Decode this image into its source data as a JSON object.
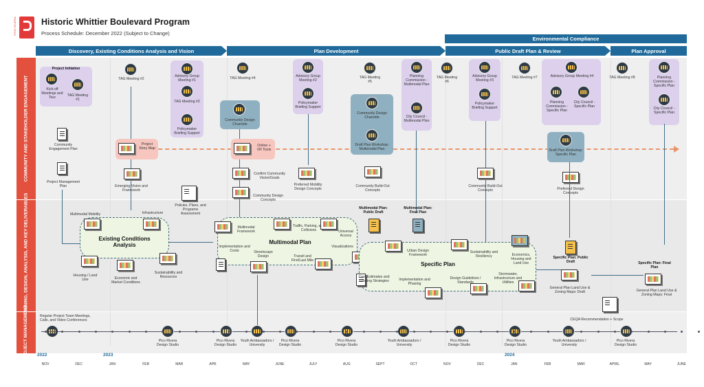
{
  "header": {
    "logo_text": "PICO RIVERA",
    "title": "Historic Whittier Boulevard Program",
    "subtitle": "Process Schedule: December 2022 (Subject to Change)"
  },
  "phases": {
    "environmental": "Environmental Compliance",
    "discovery": "Discovery, Existing Conditions Analysis and Vision",
    "plan_development": "Plan Development",
    "public_draft": "Public Draft Plan & Review",
    "plan_approval": "Plan Approval"
  },
  "lanes": {
    "community": "COMMUNITY AND STAKEHOLDER ENGAGEMENT",
    "planning": "PLANNING, DESIGN, ANALYSIS, AND KEY DELIVERABLES",
    "project_mgmt": "PROJECT MANAGEMENT"
  },
  "engagement": {
    "project_initiation": "Project Initiation",
    "kickoff": "Kick-off Meetings and Tour",
    "tag1": "TAG Meeting #1",
    "tag2": "TAG Meeting #2",
    "advisory1": "Advisory Group Meeting #1",
    "tag3": "TAG Meeting #3",
    "policymaker1": "Policymaker Briefing Support",
    "tag4": "TAG Meeting #4",
    "community_charrette": "Community Design Charrette",
    "advisory2": "Advisory Group Meeting #2",
    "policymaker2": "Policymaker Briefing Support",
    "tag5": "TAG Meeting #5",
    "community_charrette2": "Community Design Charrette",
    "draft_workshop1": "Draft Plan Workshop: Multimodal Plan",
    "planning_comm1": "Planning Commission - Multimodal Plan",
    "city_council1": "City Council - Multimodal Plan",
    "tag6": "TAG Meeting #6",
    "advisory3": "Advisory Group Meeting #3",
    "policymaker3": "Policymaker Briefing Support",
    "tag7": "TAG Meeting #7",
    "advisory4": "Advisory Group Meeting #4",
    "planning_comm2": "Planning Commission - Specific Plan",
    "city_council2": "City Council - Specific Plan",
    "draft_workshop2": "Draft Plan Workshop: Specific Plan",
    "tag8": "TAG Meeting #8",
    "planning_comm3": "Planning Commission - Specific Plan",
    "city_council3": "City Council - Specific Plan",
    "community_plan": "Community Engagement Plan",
    "project_mgmt_plan": "Project Management Plan",
    "story_map": "Project Story Map",
    "online_tools": "Online + VR Tools",
    "emerging_vision": "Emerging Vision and Framework",
    "confirm_vision": "Confirm Community Vision/Goals",
    "community_concepts": "Community Design Concepts",
    "preferred_mobility": "Preferred Mobility Design Concepts",
    "buildout1": "Community Build-Out Concepts",
    "buildout2": "Community Build-Out Concepts",
    "preferred_design": "Preferred Design Concepts"
  },
  "planning": {
    "multimodal_mobility": "Multimodal Mobility",
    "infrastructure": "Infrastructure",
    "existing_conditions": "Existing Conditions Analysis",
    "housing": "Housing / Land Use",
    "economic": "Economic and Market Conditions",
    "sustainability": "Sustainability and Resources",
    "policies": "Policies, Plans, and Programs Assessment",
    "multimodal_framework": "Multimodal Framework",
    "traffic": "Traffic, Parking, and Collisions",
    "universal": "Universal Access",
    "multimodal_plan": "Multimodal Plan",
    "implementation_costs": "Implementation and Costs",
    "streetscape": "Streetscape Design",
    "transit": "Transit and First/Last Mile",
    "visualizations": "Visualizations",
    "mm_public_draft": "Multimodal Plan: Public Draft",
    "mm_final": "Multimodal Plan: Final Plan",
    "urban_design": "Urban Design Framework",
    "sustainability_res": "Sustainability and Resiliency",
    "economics": "Economics, Housing and Land Use",
    "specific_plan": "Specific Plan",
    "cost_estimates": "Cost Estimates and Funding Strategies",
    "implementation_phasing": "Implementation and Phasing",
    "design_guidelines": "Design Guidelines / Standards",
    "stormwater": "Stormwater, Infrastructure and Utilities",
    "sp_public_draft": "Specific Plan: Public Draft",
    "gp_draft": "General Plan Land Use & Zoning Maps: Draft",
    "sp_final": "Specific Plan: Final Plan",
    "gp_final": "General Plan Land Use & Zoning Maps: Final",
    "ceqa": "CEQA Recommendation + Scope"
  },
  "management": {
    "regular": "Regular Project Team Meetings, Calls, and Video Conferences",
    "studio1": "Pico Rivera Design Studio",
    "studio2": "Pico Rivera Design Studio",
    "youth1": "Youth Ambassadors / University",
    "studio3": "Pico Rivera Design Studio",
    "studio4": "Pico Rivera Design Studio",
    "youth2": "Youth Ambassadors / University",
    "studio5": "Pico Rivera Design Studio",
    "studio6": "Pico Rivera Design Studio",
    "youth3": "Youth Ambassadors / University",
    "studio7": "Pico Rivera Design Studio"
  },
  "years": {
    "y2022": "2022",
    "y2023": "2023",
    "y2024": "2024"
  },
  "months": [
    "NOV",
    "DEC",
    "JAN",
    "FEB",
    "MAR",
    "APR",
    "MAY",
    "JUNE",
    "JULY",
    "AUG",
    "SEPT",
    "OCT",
    "NOV",
    "DEC",
    "JAN",
    "FEB",
    "MAR",
    "APRIL",
    "MAY",
    "JUNE"
  ],
  "colors": {
    "accent_red": "#e3503e",
    "phase_blue": "#1f6a9a",
    "engage_purple": "#dcd0ec",
    "charrette_teal": "#8fb0c0",
    "story_pink": "#f7c6bf",
    "orange_dash": "#e8956a"
  }
}
